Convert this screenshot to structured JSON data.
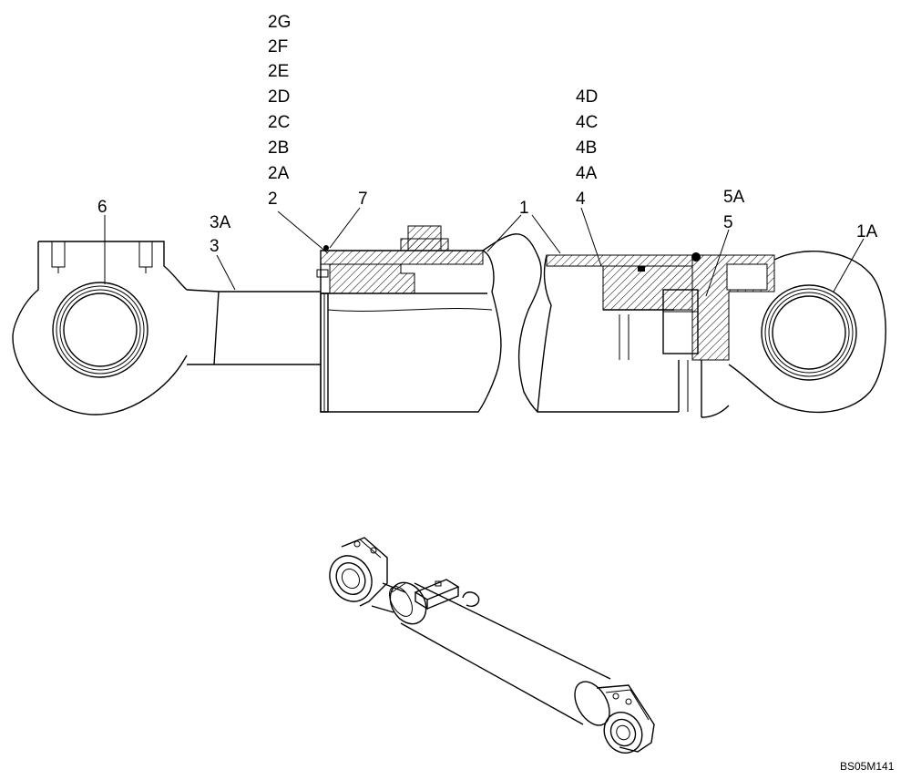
{
  "diagram": {
    "drawing_code": "BS05M141",
    "callouts": {
      "part_6": "6",
      "part_3A": "3A",
      "part_3": "3",
      "part_2G": "2G",
      "part_2F": "2F",
      "part_2E": "2E",
      "part_2D": "2D",
      "part_2C": "2C",
      "part_2B": "2B",
      "part_2A": "2A",
      "part_2": "2",
      "part_7": "7",
      "part_1": "1",
      "part_4D": "4D",
      "part_4C": "4C",
      "part_4B": "4B",
      "part_4A": "4A",
      "part_4": "4",
      "part_5A": "5A",
      "part_5": "5",
      "part_1A": "1A"
    }
  }
}
